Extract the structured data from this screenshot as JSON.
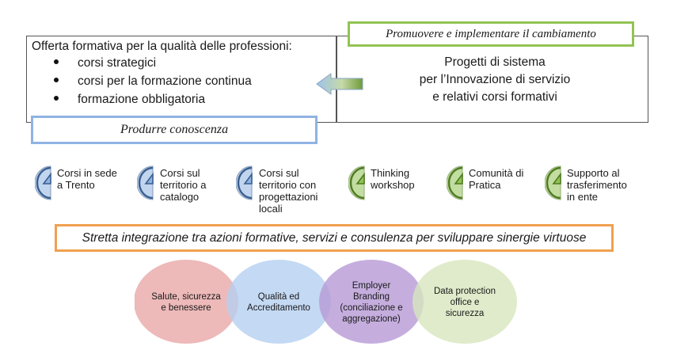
{
  "offer": {
    "title": "Offerta formativa per la qualità delle professioni:",
    "bullets": [
      "corsi strategici",
      "corsi per la formazione continua",
      "formazione obbligatoria"
    ]
  },
  "projects": {
    "line1": "Progetti di sistema",
    "line2": "per l’Innovazione di servizio",
    "line3": "e relativi corsi formativi"
  },
  "promote_label": "Promuovere e implementare il cambiamento",
  "produce_label": "Produrre conoscenza",
  "activities": [
    {
      "lines": [
        "Corsi in sede",
        "a Trento"
      ],
      "icon": "course-site-icon",
      "color": "#8fb3e3"
    },
    {
      "lines": [
        "Corsi sul",
        "territorio a",
        "catalogo"
      ],
      "icon": "course-catalog-icon",
      "color": "#8fb3e3"
    },
    {
      "lines": [
        "Corsi sul",
        "territorio con",
        "progettazioni",
        "locali"
      ],
      "icon": "course-local-icon",
      "color": "#8fb3e3"
    },
    {
      "lines": [
        "Thinking",
        "workshop"
      ],
      "icon": "thinking-workshop-icon",
      "color": "#92c353"
    },
    {
      "lines": [
        "Comunità di",
        "Pratica"
      ],
      "icon": "community-icon",
      "color": "#92c353"
    },
    {
      "lines": [
        "Supporto al",
        "trasferimento",
        "in ente"
      ],
      "icon": "support-transfer-icon",
      "color": "#92c353"
    }
  ],
  "integration_label": "Stretta integrazione tra azioni formative, servizi e consulenza per sviluppare sinergie virtuose",
  "circles": [
    {
      "lines": [
        "Salute, sicurezza",
        "e benessere"
      ],
      "color": "#e8a8a8"
    },
    {
      "lines": [
        "Qualità ed",
        "Accreditamento"
      ],
      "color": "#b5cff0"
    },
    {
      "lines": [
        "Employer",
        "Branding",
        "(conciliazione e",
        "aggregazione)"
      ],
      "color": "#b79ad6"
    },
    {
      "lines": [
        "Data protection",
        "office e",
        "sicurezza"
      ],
      "color": "#d7e6bd"
    }
  ]
}
